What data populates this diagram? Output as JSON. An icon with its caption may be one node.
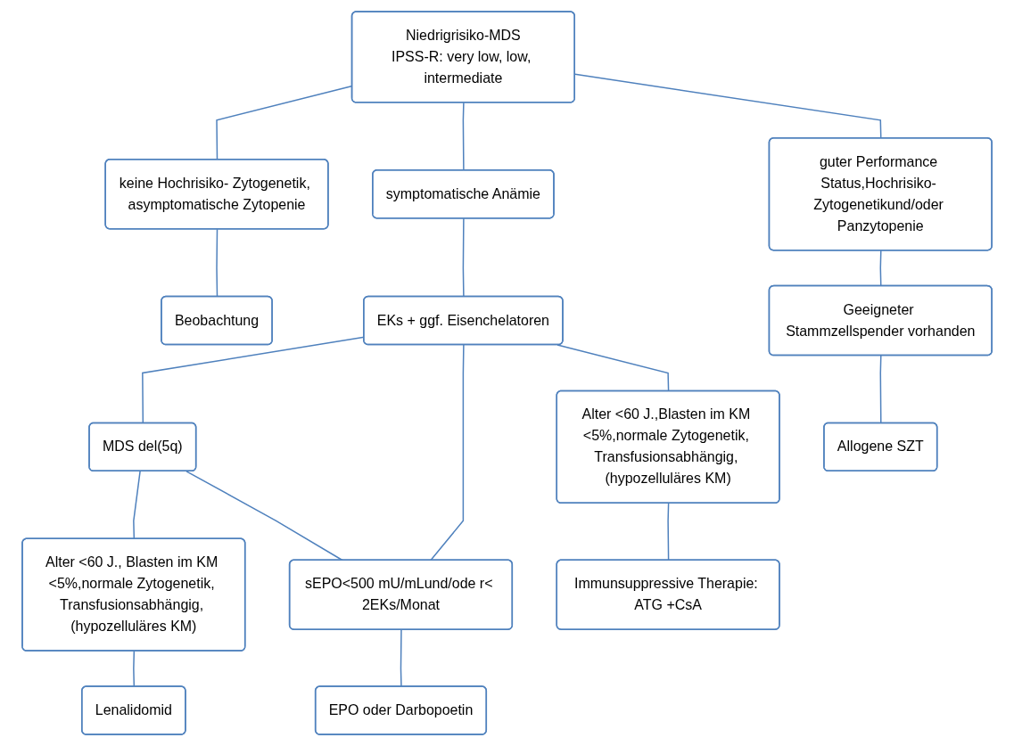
{
  "diagram": {
    "nodes": [
      {
        "text": [
          "Niedrigrisiko-MDS",
          "IPSS-R: very low, low, intermediate"
        ]
      },
      {
        "text": [
          "keine Hochrisiko- Zytogenetik, asymptomatische Zytopenie"
        ]
      },
      {
        "text": [
          "symptomatische Anämie"
        ]
      },
      {
        "text": [
          "guter Performance Status,Hochrisiko- Zytogenetikund/oder Panzytopenie"
        ]
      },
      {
        "text": [
          "Beobachtung"
        ]
      },
      {
        "text": [
          "EKs + ggf. Eisenchelatoren"
        ]
      },
      {
        "text": [
          "Geeigneter Stammzellspender vorhanden"
        ]
      },
      {
        "text": [
          "MDS del(5q)"
        ]
      },
      {
        "text": [
          "Allogene SZT"
        ]
      },
      {
        "text": [
          "Alter <60 J., Blasten im KM <5%,normale Zytogenetik, Transfusionsabhängig, (hypozelluläres KM)"
        ]
      },
      {
        "text": [
          "sEPO<500 mU/mLund/ode r< 2EKs/Monat"
        ]
      },
      {
        "text": [
          "Alter <60 J.,Blasten im KM <5%,normale Zytogenetik, Transfusionsabhängig, (hypozelluläres KM)"
        ]
      },
      {
        "text": [
          "EPO oder Darbopoetin"
        ]
      },
      {
        "text": [
          "Immunsuppressive Therapie: ATG +CsA"
        ]
      },
      {
        "text": [
          "Lenalidomid"
        ]
      }
    ],
    "edges": [
      {
        "from": 0,
        "to": 1,
        "arrow": "none"
      },
      {
        "from": 0,
        "to": 2,
        "arrow": "none"
      },
      {
        "from": 0,
        "to": 3,
        "arrow": "none"
      },
      {
        "from": 1,
        "to": 4,
        "arrow": "none"
      },
      {
        "from": 2,
        "to": 5,
        "arrow": "none"
      },
      {
        "from": 3,
        "to": 6,
        "arrow": "none"
      },
      {
        "from": 6,
        "to": 8,
        "arrow": "none"
      },
      {
        "from": 5,
        "to": 7,
        "arrow": "none"
      },
      {
        "from": 7,
        "to": 9,
        "arrow": "none"
      },
      {
        "from": 7,
        "to": 10,
        "arrow": "none"
      },
      {
        "from": 5,
        "to": 10,
        "arrow": "none"
      },
      {
        "from": 5,
        "to": 11,
        "arrow": "none"
      },
      {
        "from": 9,
        "to": 14,
        "arrow": "none"
      },
      {
        "from": 10,
        "to": 12,
        "arrow": "none"
      },
      {
        "from": 11,
        "to": 13,
        "arrow": "none"
      }
    ]
  }
}
